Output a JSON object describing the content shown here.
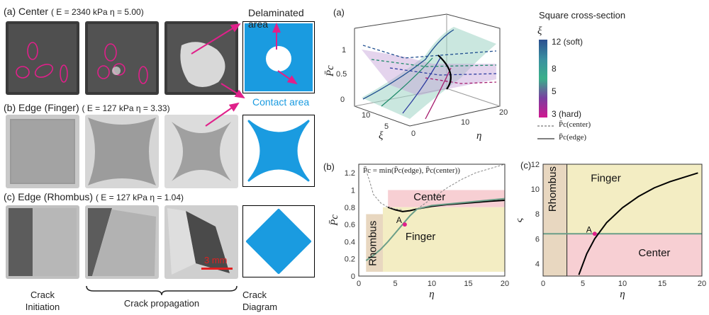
{
  "left": {
    "rows": [
      {
        "tag": "(a)",
        "mode": "Center",
        "params": "( E = 2340 kPa  η = 5.00)"
      },
      {
        "tag": "(b)",
        "mode": "Edge (Finger)",
        "params": "( E = 127 kPa  η = 3.33)"
      },
      {
        "tag": "(c)",
        "mode": "Edge (Rhombus)",
        "params": "( E = 127 kPa  η = 1.04)"
      }
    ],
    "annotations": {
      "delaminated": "Delaminated area",
      "contact": "Contact area",
      "scale_bar": "3 mm"
    },
    "captions": {
      "initiation": "Crack\nInitiation",
      "propagation": "Crack propagation",
      "diagram": "Crack\nDiagram"
    },
    "colors": {
      "contact_blue": "#1a9be0",
      "magenta": "#e0208a",
      "scale_red": "#e02020"
    }
  },
  "panel_3d": {
    "tag": "(a)",
    "zlabel": "P̄c",
    "xlabel_xi": "ξ",
    "xlabel_eta": "η",
    "z_ticks": [
      "0",
      "0.5",
      "1"
    ],
    "xi_ticks": [
      "10",
      "5"
    ],
    "eta_ticks": [
      "0",
      "10",
      "20"
    ]
  },
  "legend": {
    "title": "Square cross-section",
    "colorbar_label": "ξ",
    "colorbar_ticks": [
      "12 (soft)",
      "8",
      "5",
      "3 (hard)"
    ],
    "line_center": "P̄c(center)",
    "line_edge": "P̄c(edge)"
  },
  "chart_data": [
    {
      "type": "line",
      "panel": "(b)",
      "formula": "P̄c = min(P̄c(edge), P̄c(center))",
      "xlabel": "η",
      "ylabel": "P̄c",
      "xlim": [
        0,
        20
      ],
      "ylim": [
        0,
        1.3
      ],
      "x_ticks": [
        "0",
        "5",
        "10",
        "15",
        "20"
      ],
      "y_ticks": [
        "0",
        "0.2",
        "0.4",
        "0.6",
        "0.8",
        "1",
        "1.2"
      ],
      "regions": [
        {
          "name": "Rhombus",
          "x": [
            1,
            3.3
          ],
          "y": [
            0.05,
            0.72
          ],
          "color": "#e8d7c0"
        },
        {
          "name": "Center",
          "x": [
            4,
            20
          ],
          "y": [
            0.8,
            1.0
          ],
          "color": "#f7cfd3"
        },
        {
          "name": "Finger",
          "x": [
            3.3,
            20
          ],
          "y": [
            0.05,
            0.8
          ],
          "color": "#f3edc3"
        }
      ],
      "point": {
        "name": "A",
        "x": 6.3,
        "y": 0.6
      },
      "series": [
        {
          "style": "solid-black",
          "x": [
            4,
            5,
            6,
            7,
            8,
            10,
            12,
            15,
            18,
            20
          ],
          "y": [
            0.8,
            0.77,
            0.75,
            0.76,
            0.78,
            0.81,
            0.83,
            0.85,
            0.87,
            0.88
          ]
        },
        {
          "style": "solid-green",
          "x": [
            1,
            2,
            3,
            4,
            5,
            6,
            7,
            8,
            10,
            15,
            20
          ],
          "y": [
            0.18,
            0.24,
            0.31,
            0.4,
            0.5,
            0.6,
            0.7,
            0.78,
            0.82,
            0.86,
            0.9
          ]
        },
        {
          "style": "dashed-gray",
          "x": [
            1,
            1.5,
            2,
            3,
            4,
            5,
            6
          ],
          "y": [
            1.23,
            1.1,
            0.95,
            0.85,
            0.8,
            0.78,
            0.77
          ]
        },
        {
          "style": "dashed-gray",
          "x": [
            8,
            10,
            12,
            14,
            16,
            18,
            20
          ],
          "y": [
            0.78,
            0.9,
            1.02,
            1.12,
            1.2,
            1.25,
            1.3
          ]
        }
      ]
    },
    {
      "type": "line",
      "panel": "(c)",
      "xlabel": "η",
      "ylabel": "ξ",
      "xlim": [
        0,
        20
      ],
      "ylim": [
        3,
        12
      ],
      "x_ticks": [
        "0",
        "5",
        "10",
        "15",
        "20"
      ],
      "y_ticks": [
        "4",
        "6",
        "8",
        "10",
        "12"
      ],
      "regions": [
        {
          "name": "Rhombus",
          "x": [
            0,
            3
          ],
          "y": [
            3,
            12
          ],
          "color": "#e8d7c0"
        },
        {
          "name": "Finger",
          "x": [
            3,
            20
          ],
          "y": [
            6.4,
            12
          ],
          "color": "#f3edc3"
        },
        {
          "name": "Center",
          "x": [
            3,
            20
          ],
          "y": [
            3,
            6.4
          ],
          "color": "#f7cfd3"
        }
      ],
      "hline": {
        "y": 6.4,
        "color": "#6a9e88"
      },
      "vline": {
        "x": 3
      },
      "point": {
        "name": "A",
        "x": 6.5,
        "y": 6.4
      },
      "series": [
        {
          "style": "solid-black",
          "x": [
            4.5,
            5.5,
            6.5,
            8,
            10,
            12,
            14,
            16,
            18,
            19.5
          ],
          "y": [
            3.1,
            4.8,
            6.0,
            7.3,
            8.5,
            9.4,
            10.1,
            10.6,
            11.0,
            11.3
          ]
        }
      ]
    }
  ]
}
